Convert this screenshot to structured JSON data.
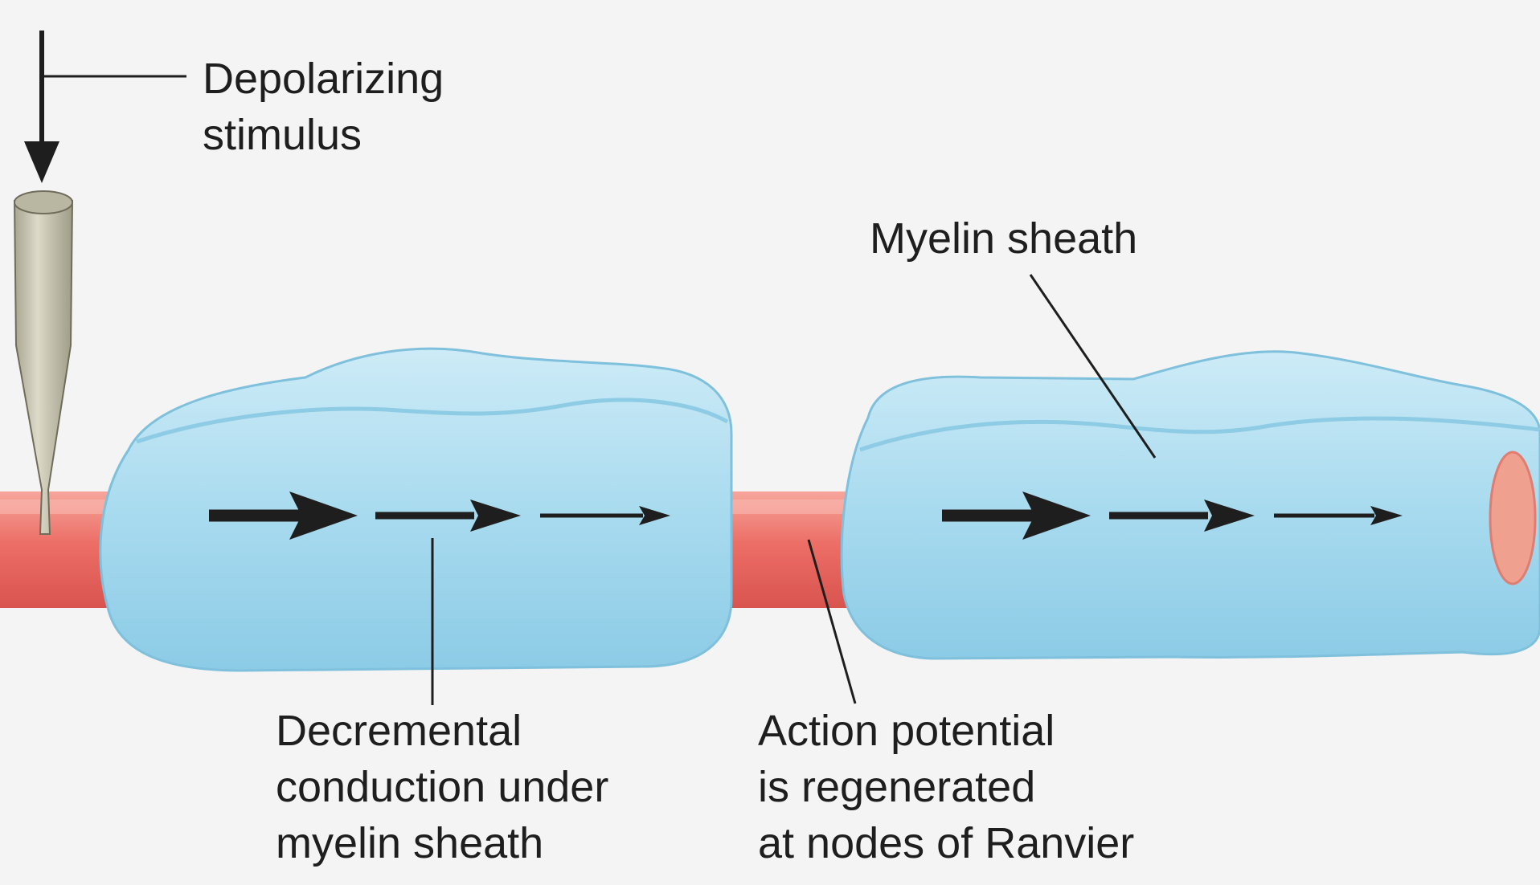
{
  "labels": {
    "depolarizing_stimulus": [
      "Depolarizing",
      "stimulus"
    ],
    "myelin_sheath": "Myelin sheath",
    "decremental_conduction": [
      "Decremental",
      "conduction under",
      "myelin sheath"
    ],
    "action_potential": [
      "Action potential",
      "is regenerated",
      "at nodes of Ranvier"
    ]
  },
  "colors": {
    "background": "#f4f4f4",
    "axon": "#ec6e66",
    "myelin": "#a9dbef",
    "myelin_edge": "#7fc0dc",
    "electrode": "#c9c6b4",
    "arrow": "#1e1e1e",
    "text": "#1e1e1e"
  }
}
